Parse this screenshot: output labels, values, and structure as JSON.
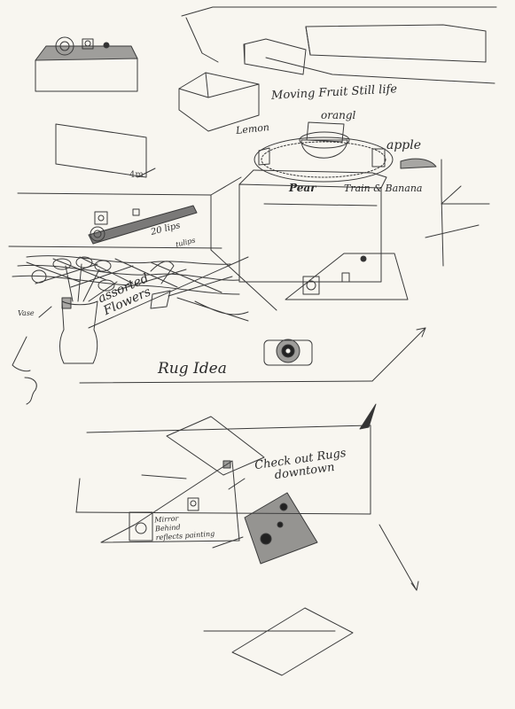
{
  "notes": {
    "title": "Moving Fruit Still life",
    "orange": "orangl",
    "lemon": "Lemon",
    "apple": "apple",
    "pear": "Pear",
    "train_banana": "Train & Banana",
    "tulips": "20 lips",
    "tulips_small": "tulips",
    "assorted_flowers_1": "assorted",
    "assorted_flowers_2": "Flowers",
    "vase": "Vase",
    "rug_idea": "Rug Idea",
    "checkout_1": "Check out Rugs",
    "checkout_2": "downtown",
    "mirror_1": "Mirror",
    "mirror_2": "Behind",
    "mirror_3": "reflects painting"
  },
  "colors": {
    "paper": "#f8f6f0",
    "pencil": "#3a3a3a"
  }
}
